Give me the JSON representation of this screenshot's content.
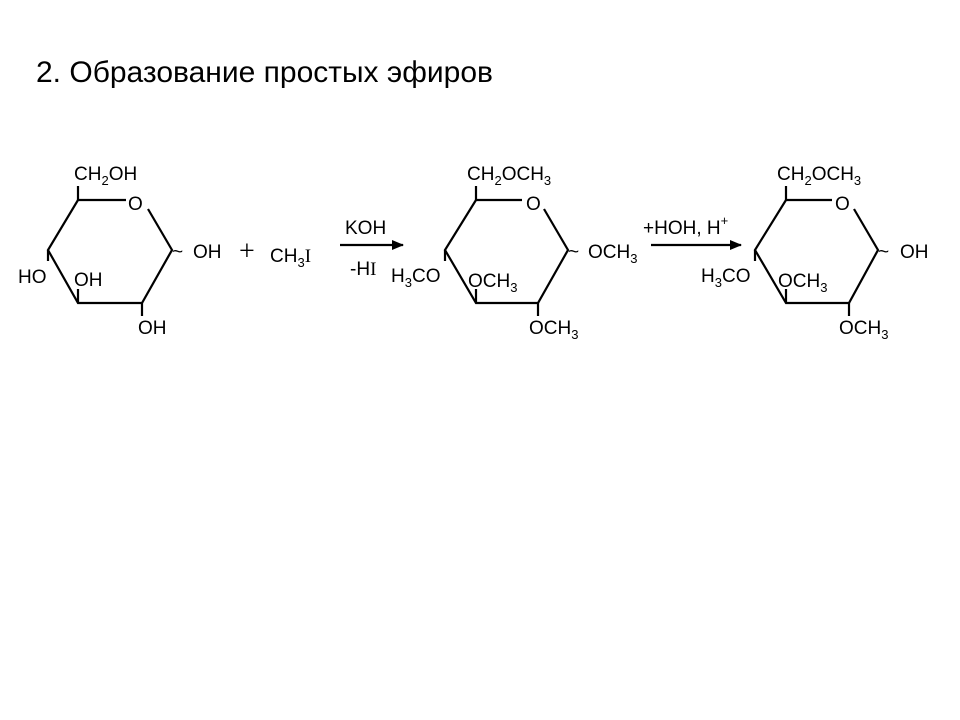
{
  "slide": {
    "title": "2. Образование простых эфиров"
  },
  "reaction": {
    "reactant_1": {
      "c6_group": "CH2OH",
      "ring_oxygen": "O",
      "c1_group": "OH",
      "c4_group": "HO",
      "c3_group": "OH",
      "c2_group": "OH"
    },
    "plus": "+",
    "reagent": "CH3I",
    "arrow_1": {
      "above": "KOH",
      "below": "-HI"
    },
    "product_1": {
      "c6_group": "CH2OCH3",
      "ring_oxygen": "O",
      "c1_group": "OCH3",
      "c4_group": "H3CO",
      "c3_group": "OCH3",
      "c2_group": "OCH3"
    },
    "arrow_2": {
      "above": "+HOH, H+"
    },
    "product_2": {
      "c6_group": "CH2OCH3",
      "ring_oxygen": "O",
      "c1_group": "OH",
      "c4_group": "H3CO",
      "c3_group": "OCH3",
      "c2_group": "OCH3"
    },
    "anomeric_bond_symbol": "~"
  }
}
